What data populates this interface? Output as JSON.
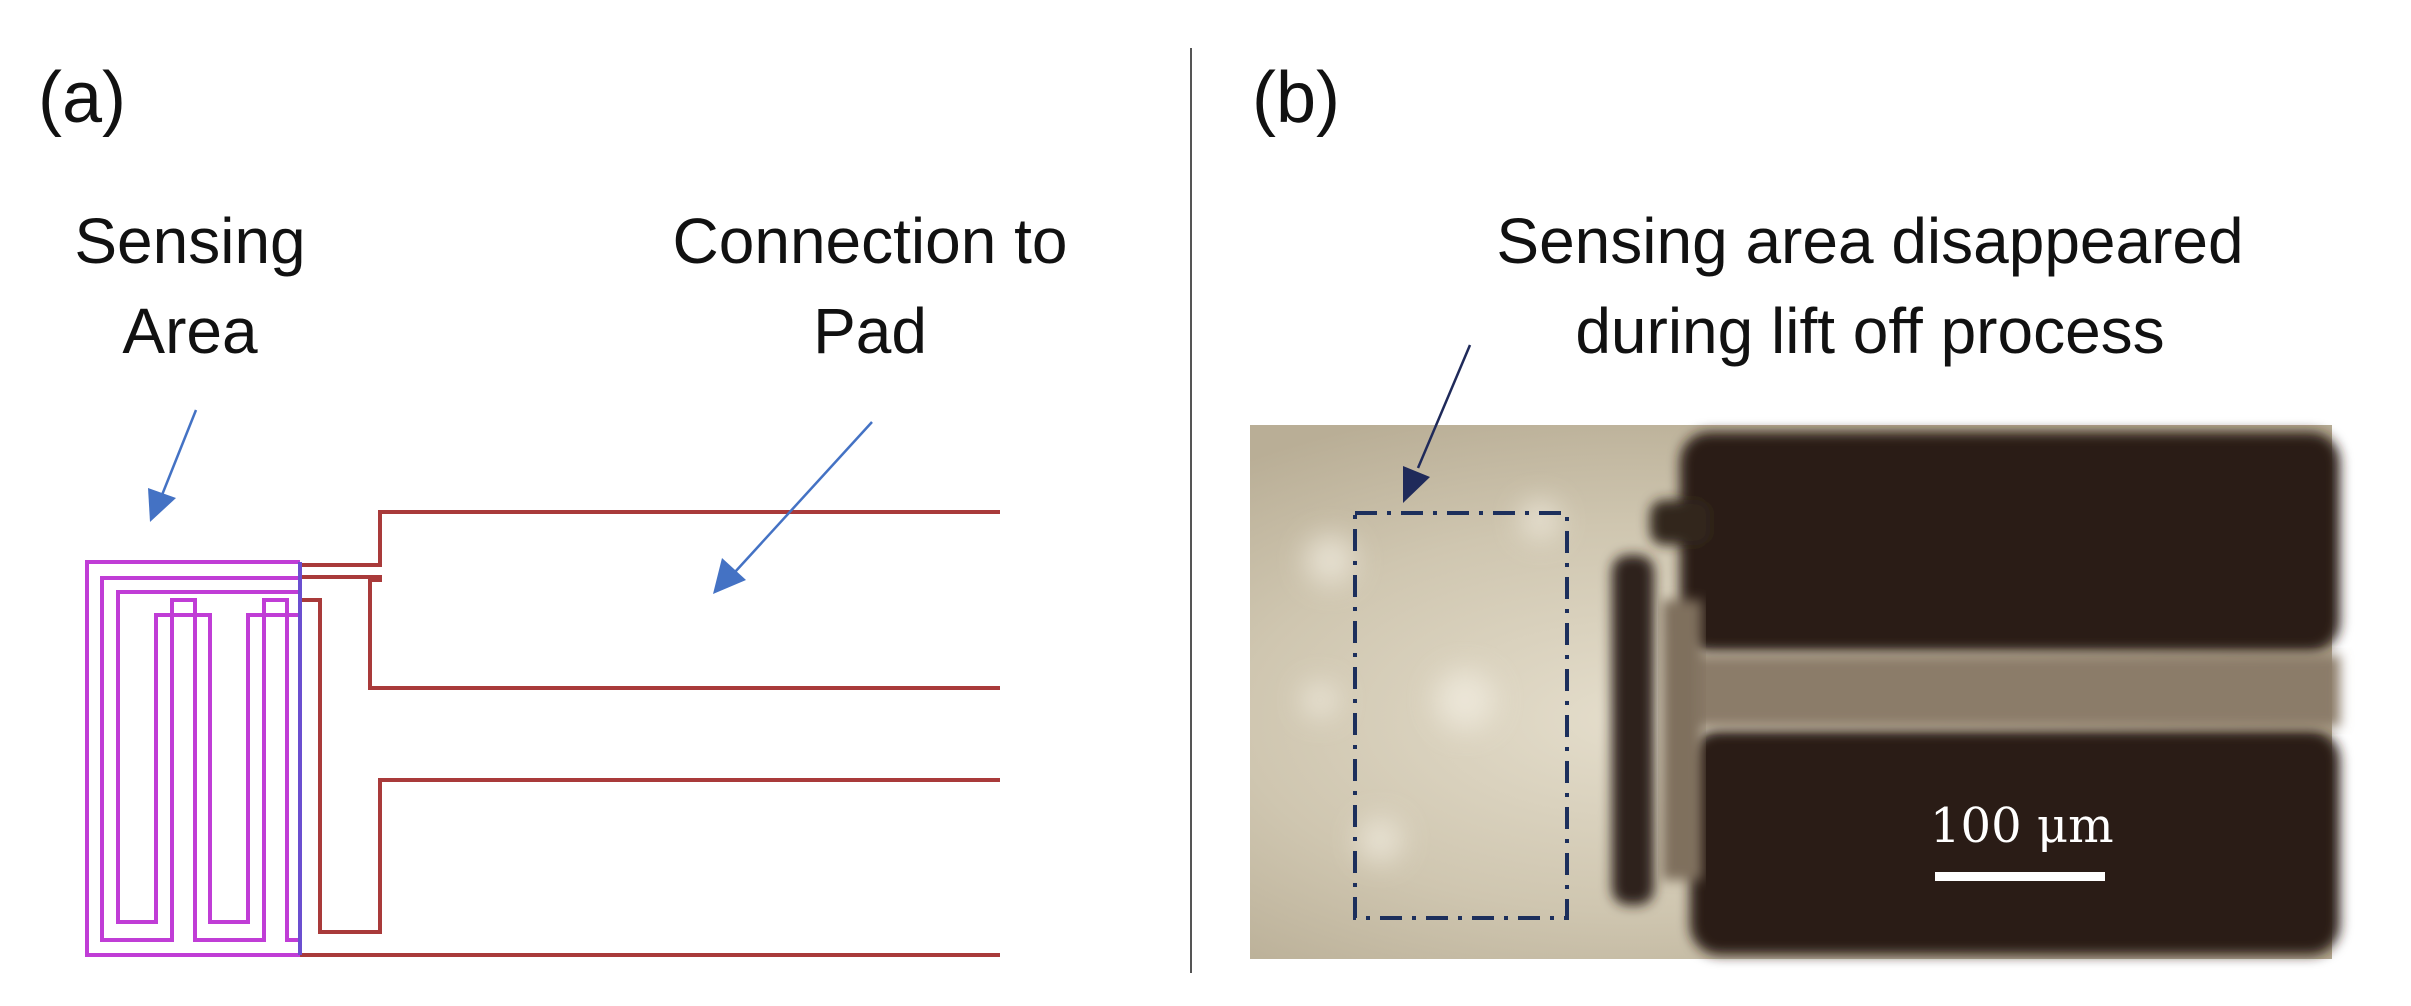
{
  "panel_a": {
    "label": "(a)",
    "sensing_caption": [
      "Sensing",
      "Area"
    ],
    "connection_caption": [
      "Connection to",
      "Pad"
    ]
  },
  "panel_b": {
    "label": "(b)",
    "caption": [
      "Sensing area disappeared",
      "during lift off process"
    ],
    "scale_bar": "100 μm"
  },
  "colors": {
    "trace_red": "#a93a3a",
    "sensing_magenta": "#c03dd6",
    "arrow_blue": "#4472c4",
    "arrow_navy": "#1f2a5a",
    "dashed_box": "#1c2f5c",
    "scale_bar": "#ffffff"
  }
}
